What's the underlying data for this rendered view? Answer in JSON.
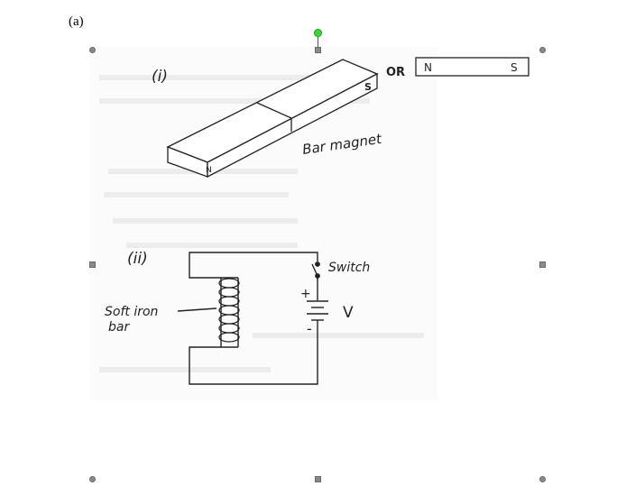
{
  "figure": {
    "part_label": "(a)",
    "sub_i": "(i)",
    "sub_ii": "(ii)",
    "or_label": "OR",
    "magnet_n": "N",
    "magnet_s": "S",
    "bar3d_n": "N",
    "bar3d_s": "S",
    "bar_magnet_label": "Bar magnet",
    "switch_label": "Switch",
    "soft_iron_label_1": "Soft iron",
    "soft_iron_label_2": "bar",
    "plus_sign": "+",
    "minus_sign": "-",
    "voltage_label": "V"
  },
  "selection": {
    "handle_color": "#8a8a8a",
    "rotate_handle_color": "#2ee02e"
  }
}
